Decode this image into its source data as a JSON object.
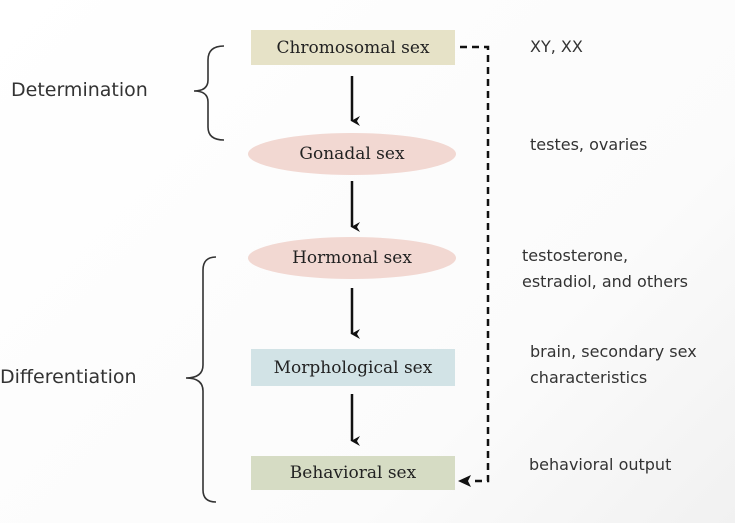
{
  "phases": {
    "determination": "Determination",
    "differentiation": "Differentiation"
  },
  "nodes": [
    {
      "label": "Chromosomal sex",
      "shape": "rect",
      "color": "#e6e2c7"
    },
    {
      "label": "Gonadal sex",
      "shape": "ellipse",
      "color": "#f2d8d2"
    },
    {
      "label": "Hormonal sex",
      "shape": "ellipse",
      "color": "#f2d8d2"
    },
    {
      "label": "Morphological sex",
      "shape": "rect",
      "color": "#d2e3e6"
    },
    {
      "label": "Behavioral sex",
      "shape": "rect",
      "color": "#d6dcc4"
    }
  ],
  "notes": [
    {
      "line1": "XY, XX",
      "line2": ""
    },
    {
      "line1": "testes, ovaries",
      "line2": ""
    },
    {
      "line1": "testosterone,",
      "line2": "estradiol, and others"
    },
    {
      "line1": "brain, secondary sex",
      "line2": "characteristics"
    },
    {
      "line1": "behavioral output",
      "line2": ""
    }
  ]
}
